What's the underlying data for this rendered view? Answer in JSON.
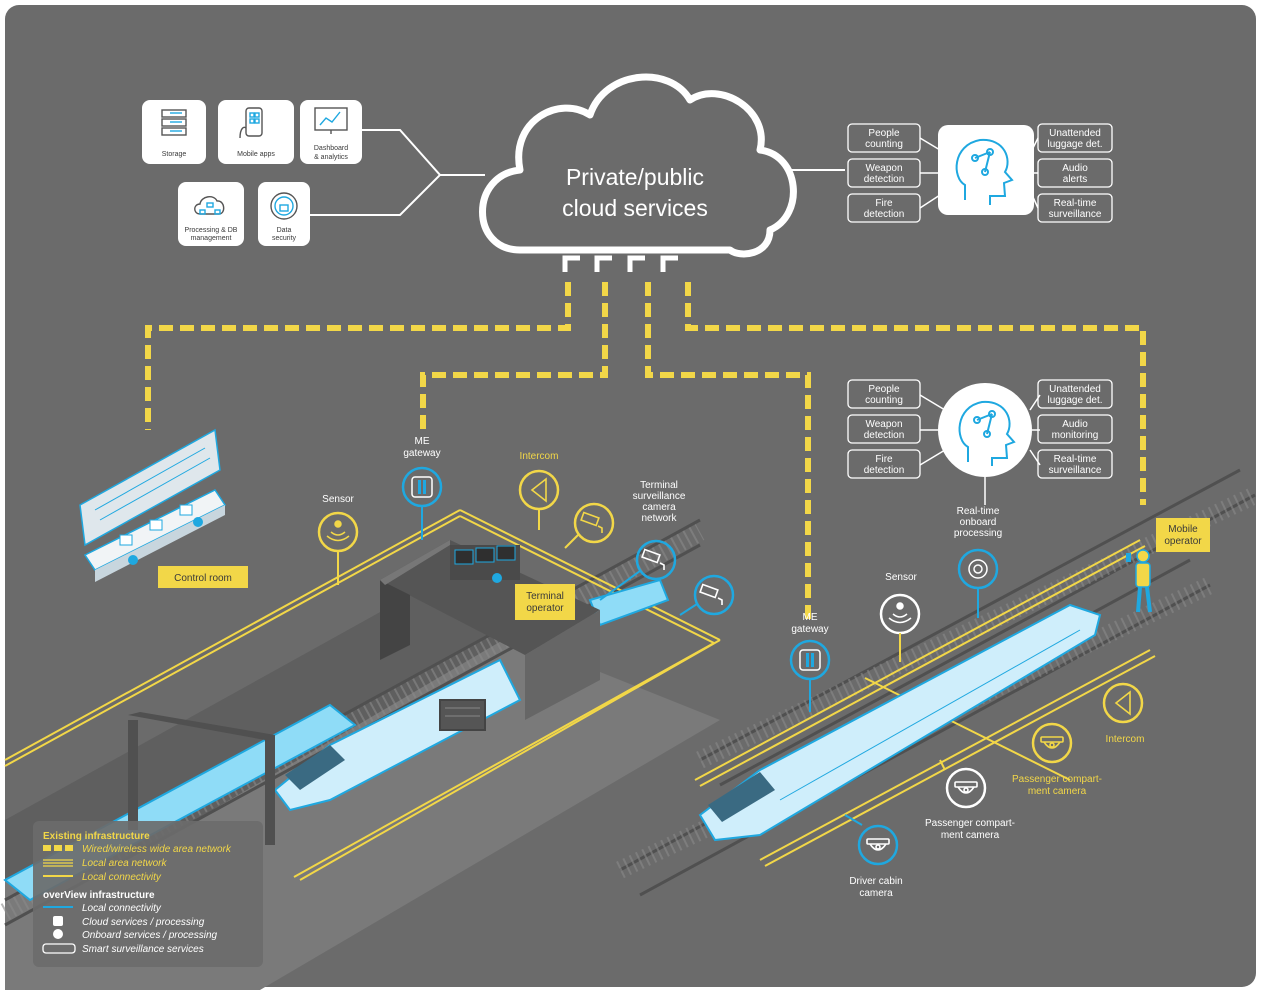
{
  "cloud": {
    "line1": "Private/public",
    "line2": "cloud services"
  },
  "services_left": [
    {
      "icon": "server-stack-icon",
      "label1": "Storage",
      "label2": ""
    },
    {
      "icon": "mobile-app-icon",
      "label1": "Mobile apps",
      "label2": ""
    },
    {
      "icon": "dashboard-chart-icon",
      "label1": "Dashboard",
      "label2": "& analytics"
    },
    {
      "icon": "network-cloud-icon",
      "label1": "Processing & DB",
      "label2": "management"
    },
    {
      "icon": "shield-lock-icon",
      "label1": "Data",
      "label2": "security"
    }
  ],
  "ai_top": {
    "left": [
      {
        "l1": "People",
        "l2": "counting"
      },
      {
        "l1": "Weapon",
        "l2": "detection"
      },
      {
        "l1": "Fire",
        "l2": "detection"
      }
    ],
    "right": [
      {
        "l1": "Unattended",
        "l2": "luggage det."
      },
      {
        "l1": "Audio",
        "l2": "alerts"
      },
      {
        "l1": "Real-time",
        "l2": "surveillance"
      }
    ]
  },
  "ai_onboard": {
    "left": [
      {
        "l1": "People",
        "l2": "counting"
      },
      {
        "l1": "Weapon",
        "l2": "detection"
      },
      {
        "l1": "Fire",
        "l2": "detection"
      }
    ],
    "right": [
      {
        "l1": "Unattended",
        "l2": "luggage det."
      },
      {
        "l1": "Audio",
        "l2": "monitoring"
      },
      {
        "l1": "Real-time",
        "l2": "surveillance"
      }
    ]
  },
  "labels": {
    "control_room": "Control room",
    "terminal_operator_1": "Terminal",
    "terminal_operator_2": "operator",
    "mobile_operator_1": "Mobile",
    "mobile_operator_2": "operator",
    "sensor_left": "Sensor",
    "me_gateway_left_1": "ME",
    "me_gateway_left_2": "gateway",
    "intercom_terminal": "Intercom",
    "terminal_cam_1": "Terminal",
    "terminal_cam_2": "surveillance",
    "terminal_cam_3": "camera",
    "terminal_cam_4": "network",
    "realtime_1": "Real-time",
    "realtime_2": "onboard",
    "realtime_3": "processing",
    "sensor_right": "Sensor",
    "me_gateway_right_1": "ME",
    "me_gateway_right_2": "gateway",
    "intercom_train": "Intercom",
    "pass_cam_yellow_1": "Passenger compart-",
    "pass_cam_yellow_2": "ment camera",
    "pass_cam_white_1": "Passenger compart-",
    "pass_cam_white_2": "ment camera",
    "driver_cam_1": "Driver cabin",
    "driver_cam_2": "camera"
  },
  "legend": {
    "existing_title": "Existing infrastructure",
    "existing_items": [
      "Wired/wireless wide area network",
      "Local area network",
      "Local connectivity"
    ],
    "overview_title": "overView infrastructure",
    "overview_items": [
      "Local connectivity",
      "Cloud services / processing",
      "Onboard services / processing",
      "Smart surveillance services"
    ]
  },
  "colors": {
    "background": "#6b6b6b",
    "accent_yellow": "#f2d748",
    "accent_blue": "#1fa8e0",
    "train_blue": "#3fc4f2",
    "card_white": "#ffffff"
  }
}
